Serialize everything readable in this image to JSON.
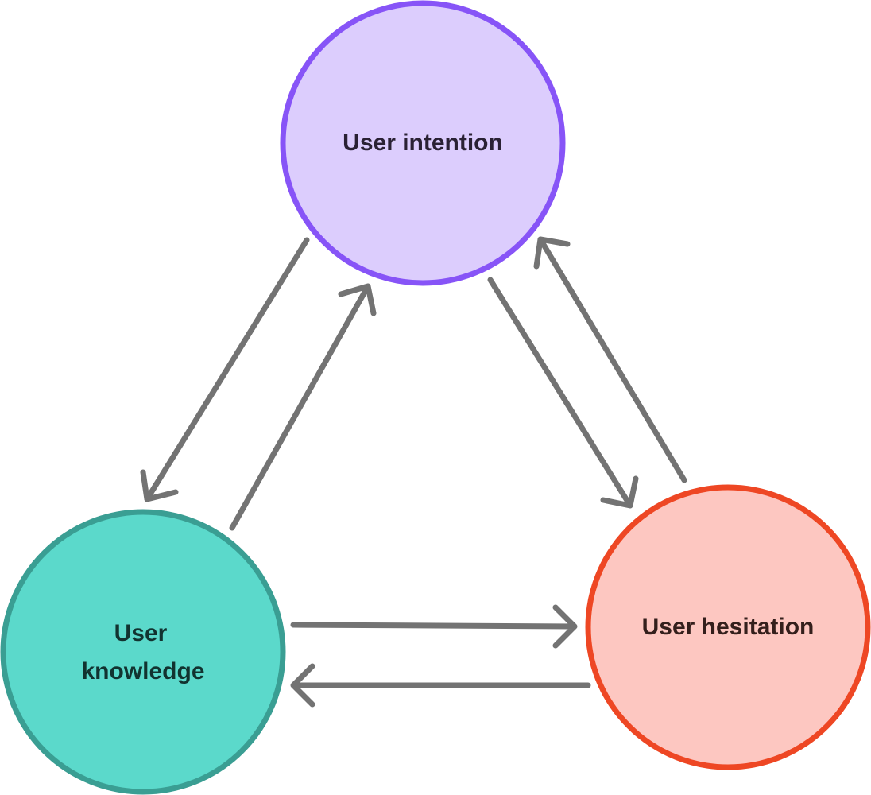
{
  "nodes": {
    "intention": {
      "label": "User intention",
      "fill": "#dccdfd",
      "stroke": "#8754f7",
      "text_color": "#2a2134"
    },
    "knowledge": {
      "label_line1": "User",
      "label_line2": "knowledge",
      "fill": "#5bd9cb",
      "stroke": "#3a9e93",
      "text_color": "#123330"
    },
    "hesitation": {
      "label": "User hesitation",
      "fill": "#fdc7c1",
      "stroke": "#ee4724",
      "text_color": "#341f1c"
    }
  },
  "edges": [
    {
      "from": "intention",
      "to": "knowledge"
    },
    {
      "from": "knowledge",
      "to": "intention"
    },
    {
      "from": "intention",
      "to": "hesitation"
    },
    {
      "from": "hesitation",
      "to": "intention"
    },
    {
      "from": "knowledge",
      "to": "hesitation"
    },
    {
      "from": "hesitation",
      "to": "knowledge"
    }
  ],
  "arrow_color": "#737373"
}
